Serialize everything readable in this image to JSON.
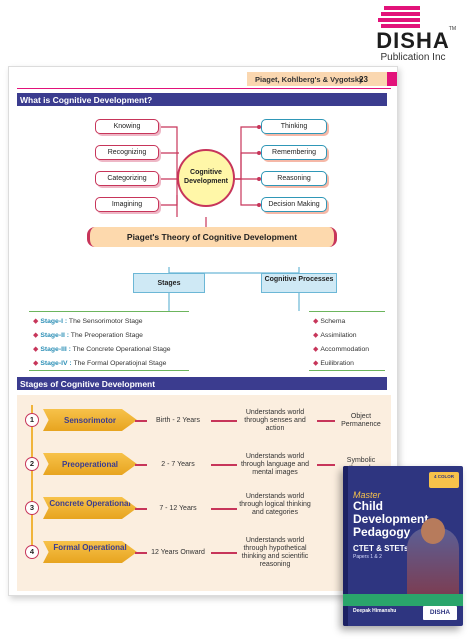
{
  "brand": {
    "name": "DISHA",
    "tm": "TM",
    "subtitle": "Publication Inc",
    "colors": [
      "#e2127a",
      "#1d1d1d"
    ]
  },
  "page": {
    "running_head": "Piaget, Kohlberg's & Vygotsky",
    "page_number": "23",
    "section1_title": "What is Cognitive Development?",
    "center_label": "Cognitive Development",
    "left_items": [
      "Knowing",
      "Recognizing",
      "Categorizing",
      "Imagining"
    ],
    "right_items": [
      "Thinking",
      "Remembering",
      "Reasoning",
      "Decision Making"
    ],
    "theory_title": "Piaget's Theory of Cognitive Development",
    "stages_box": "Stages",
    "processes_box": "Cognitive Processes",
    "stage_list": [
      {
        "stage": "Stage-I :",
        "text": " The Sensorimotor Stage"
      },
      {
        "stage": "Stage-II :",
        "text": " The Preoperation Stage"
      },
      {
        "stage": "Stage-III :",
        "text": " The Concrete Operational Stage"
      },
      {
        "stage": "Stage-IV :",
        "text": " The Formal Operatiojnal Stage"
      }
    ],
    "process_list": [
      "Schema",
      "Assimilation",
      "Accommodation",
      "Euilibration"
    ],
    "section2_title": "Stages of Cognitive Development",
    "stages_table": [
      {
        "num": "1",
        "name": "Sensorimotor",
        "age": "Birth - 2 Years",
        "desc": "Understands world through senses and action",
        "outcome": "Object Permanence"
      },
      {
        "num": "2",
        "name": "Preoperational",
        "age": "2 - 7 Years",
        "desc": "Understands world through language and mental images",
        "outcome": "Symbolic through"
      },
      {
        "num": "3",
        "name": "Concrete Operational",
        "age": "7 - 12 Years",
        "desc": "Understands world through logical thinking and categories",
        "outcome": ""
      },
      {
        "num": "4",
        "name": "Formal Operational",
        "age": "12 Years Onward",
        "desc": "Understands world through hypothetical thinking and scientific reasoning",
        "outcome": ""
      }
    ]
  },
  "book": {
    "badge": "4 COLOR",
    "master": "Master",
    "title_lines": [
      "Child",
      "Development",
      "Pedagogy"
    ],
    "exam": "CTET & STETs",
    "papers": "Papers 1 & 2",
    "author": "Deepak Himanshu",
    "logo": "DISHA"
  }
}
